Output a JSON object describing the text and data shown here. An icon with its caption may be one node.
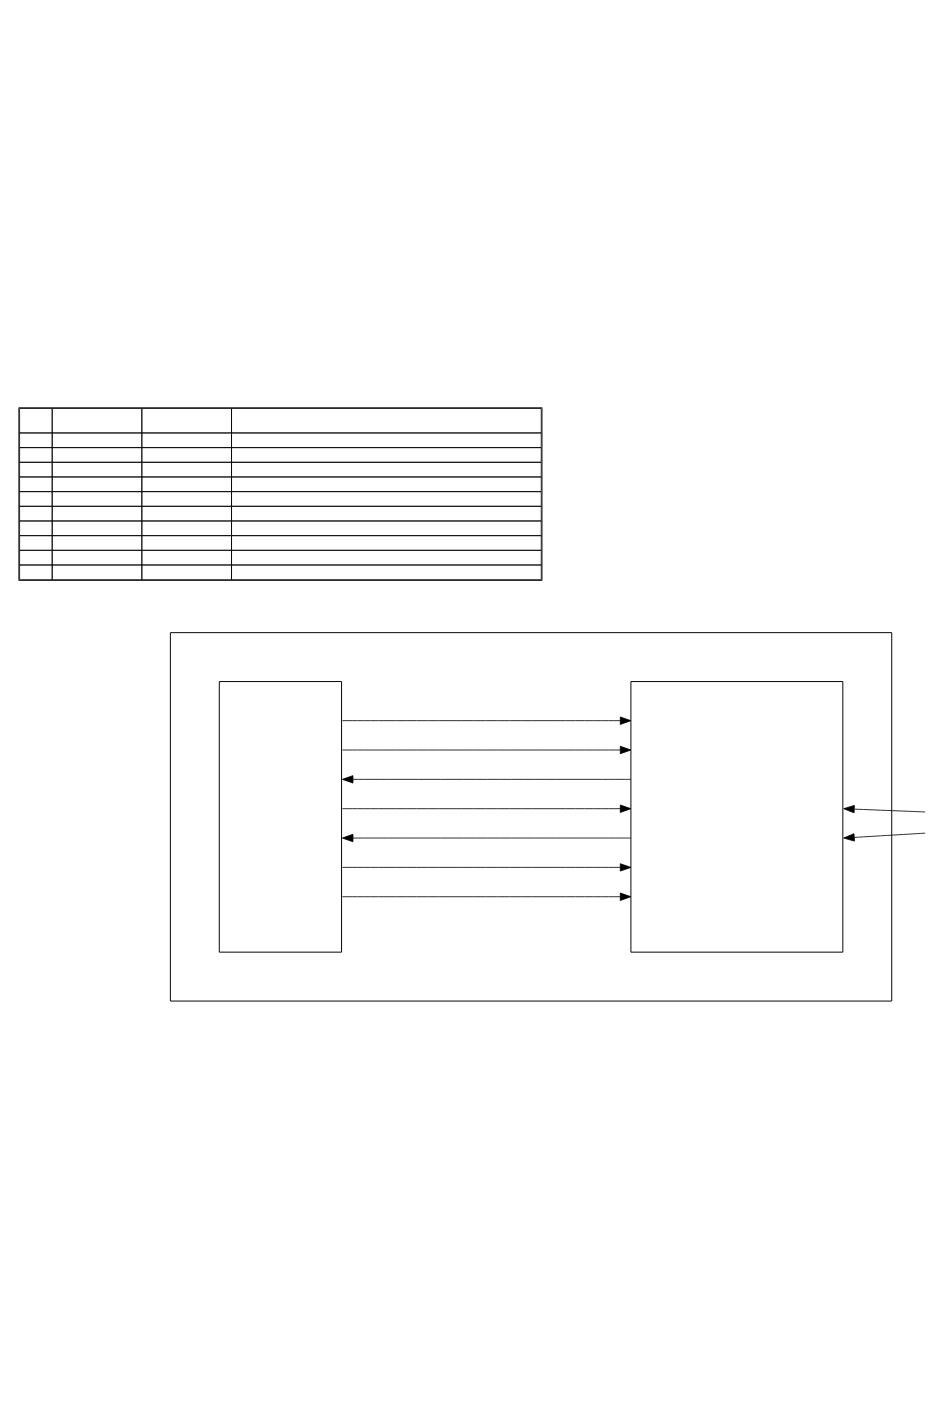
{
  "diagram": {
    "nodes": [
      {
        "text": [],
        "shape": "table"
      },
      {
        "text": [],
        "shape": "box"
      },
      {
        "text": [],
        "shape": "box",
        "in": 1
      },
      {
        "text": [],
        "shape": "box",
        "in": 1
      }
    ],
    "edges": [
      {
        "from": 2,
        "to": 3,
        "arrow": "to"
      },
      {
        "from": 2,
        "to": 3,
        "arrow": "to"
      },
      {
        "from": 3,
        "to": 2,
        "arrow": "to"
      },
      {
        "from": 2,
        "to": 3,
        "arrow": "to"
      },
      {
        "from": 3,
        "to": 2,
        "arrow": "to"
      },
      {
        "from": 2,
        "to": 3,
        "arrow": "to"
      },
      {
        "from": 2,
        "to": 3,
        "arrow": "to"
      },
      {
        "from": null,
        "to": 3,
        "arrow": "to"
      },
      {
        "from": null,
        "to": 3,
        "arrow": "to"
      }
    ]
  }
}
